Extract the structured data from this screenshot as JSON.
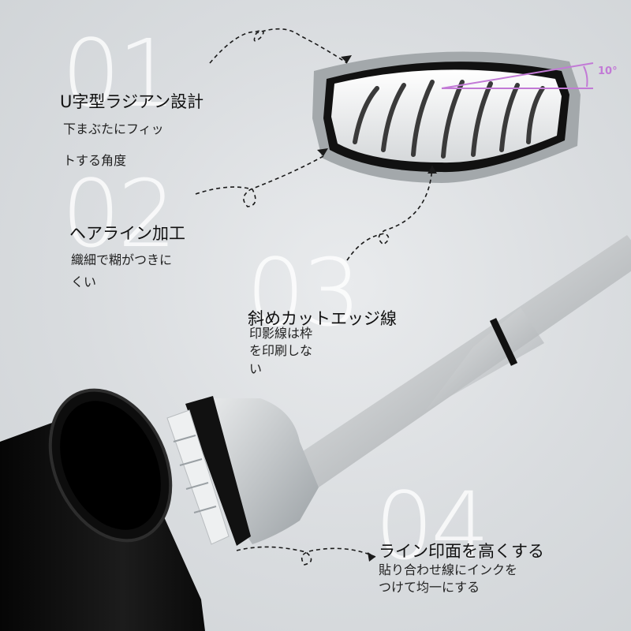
{
  "angle_label": "10°",
  "sections": [
    {
      "number": "01",
      "title": "U字型ラジアン設計",
      "desc_lines": [
        "下まぶたにフィッ",
        "トする角度"
      ]
    },
    {
      "number": "02",
      "title": "ヘアライン加工",
      "desc_lines": [
        "織細で糊がつきに",
        "くい"
      ]
    },
    {
      "number": "03",
      "title": "斜めカットエッジ線",
      "desc_lines": [
        "印影線は枠",
        "を印刷しな",
        "い"
      ]
    },
    {
      "number": "04",
      "title": "ライン印面を高くする",
      "desc_lines": [
        "貼り合わせ線にインクを",
        "つけて均一にする"
      ]
    }
  ],
  "colors": {
    "accent_pink": "#c27ad6",
    "black": "#111111",
    "silver": "#c9ccce"
  }
}
